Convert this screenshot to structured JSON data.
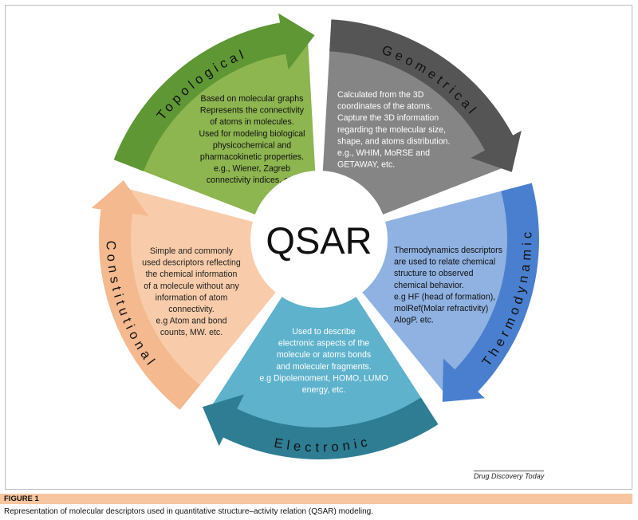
{
  "center_label": "QSAR",
  "segments": [
    {
      "id": "topological",
      "title": "Topological",
      "fill": "#8db550",
      "arrow": "#5e9734",
      "text_color": "#111111",
      "lines": [
        "Based on molecular graphs",
        "Represents the connectivity",
        "of atoms in molecules.",
        "Used for modeling biological",
        "physicochemical and",
        "pharmacokinetic properties.",
        "e.g., Wiener, Zagreb",
        "connectivity indices, etc."
      ]
    },
    {
      "id": "geometrical",
      "title": "Geometrical",
      "fill": "#858585",
      "arrow": "#555555",
      "text_color": "#ffffff",
      "lines": [
        "Calculated from the 3D",
        "coordinates of the atoms.",
        "Capture the 3D information",
        "regarding the molecular size,",
        "shape, and atoms distribution.",
        "e.g., WHIM, MoRSE and",
        "GETAWAY, etc."
      ]
    },
    {
      "id": "thermodynamic",
      "title": "Thermodynamic",
      "fill": "#8fb2e2",
      "arrow": "#4a7fcf",
      "text_color": "#111111",
      "lines": [
        "Thermodynamics descriptors",
        "are used to relate chemical",
        "structure to observed",
        "chemical behavior.",
        "e.g HF (head of formation),",
        "molRef(Molar refractivity)",
        "AlogP. etc."
      ]
    },
    {
      "id": "electronic",
      "title": "Electronic",
      "fill": "#5eb2cc",
      "arrow": "#2e7d93",
      "text_color": "#ffffff",
      "lines": [
        "Used to describe",
        "electronic aspects of the",
        "molecule or atoms bonds",
        "and moleculer fragments.",
        "e.g Dipolemoment, HOMO, LUMO",
        "energy, etc."
      ]
    },
    {
      "id": "constitutional",
      "title": "Constitutional",
      "fill": "#f8ccaa",
      "arrow": "#f4b98f",
      "text_color": "#222222",
      "lines": [
        "Simple and commonly",
        "used descriptors reflecting",
        "the chemical information",
        "of a molecule without any",
        "information of atom",
        "connectivity.",
        "e.g Atom and bond",
        "counts, MW. etc."
      ]
    }
  ],
  "source_label": "Drug Discovery Today",
  "figure_label": "FIGURE 1",
  "caption": "Representation of molecular descriptors used in quantitative structure–activity relation (QSAR) modeling."
}
